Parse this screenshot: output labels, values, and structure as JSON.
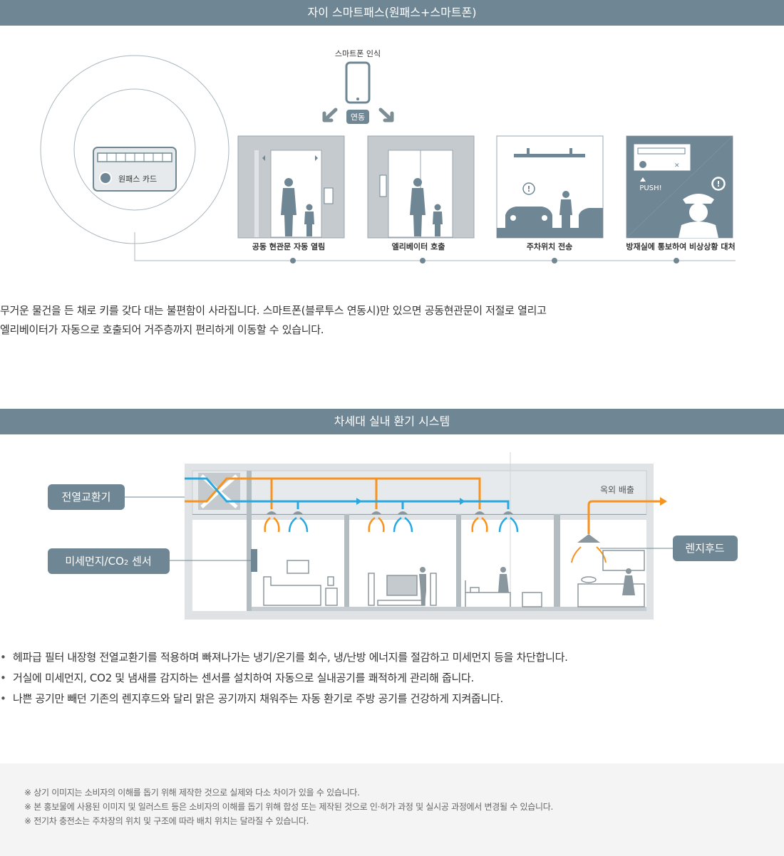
{
  "section1": {
    "title": "자이 스마트패스(원패스+스마트폰)",
    "smartphone_label": "스마트폰 인식",
    "link_badge": "연동",
    "card_label": "원패스 카드",
    "push_label": "PUSH!",
    "steps": [
      "공동 현관문 자동 열림",
      "엘리베이터 호출",
      "주차위치 전송",
      "방재실에 통보하여 비상상황 대처"
    ],
    "description_lines": [
      "무거운 물건을 든 채로 키를 갖다 대는 불편함이 사라집니다. 스마트폰(블루투스 연동시)만 있으면 공동현관문이 저절로 열리고",
      "엘리베이터가 자동으로 호출되어 거주층까지 편리하게 이동할 수 있습니다."
    ]
  },
  "section2": {
    "title": "차세대 실내 환기 시스템",
    "labels": {
      "heat_exchanger": "전열교환기",
      "sensor_prefix": "미세먼지/CO",
      "sensor_sub": "2",
      "sensor_suffix": " 센서",
      "range_hood": "렌지후드",
      "outdoor_exhaust": "옥외 배출"
    },
    "bullets": [
      "헤파급 필터 내장형 전열교환기를 적용하며 빠져나가는 냉기/온기를 회수, 냉/난방 에너지를 절감하고 미세먼지 등을 차단합니다.",
      "거실에 미세먼지, CO2 및 냄새를 감지하는 센서를 설치하여 자동으로 실내공기를 쾌적하게 관리해 줍니다.",
      "나쁜 공기만 빼던 기존의 렌지후드와 달리 맑은 공기까지 채워주는 자동 환기로 주방 공기를 건강하게 지켜줍니다."
    ]
  },
  "notes": [
    "※ 상기 이미지는 소비자의 이해를 돕기 위해 제작한 것으로 실제와 다소 차이가 있을 수 있습니다.",
    "※ 본 홍보물에 사용된 이미지 및 일러스트 등은 소비자의 이해를 돕기 위해 합성 또는 제작된 것으로 인·허가 과정 및 실시공 과정에서 변경될 수 있습니다.",
    "※ 전기차 충전소는 주차장의 위치 및 구조에 따라 배치 위치는 달라질 수 있습니다."
  ],
  "colors": {
    "header_bar": "#6f8794",
    "warm_air": "#f7931e",
    "cool_air": "#29a8e0",
    "label_box": "#6f8794"
  }
}
